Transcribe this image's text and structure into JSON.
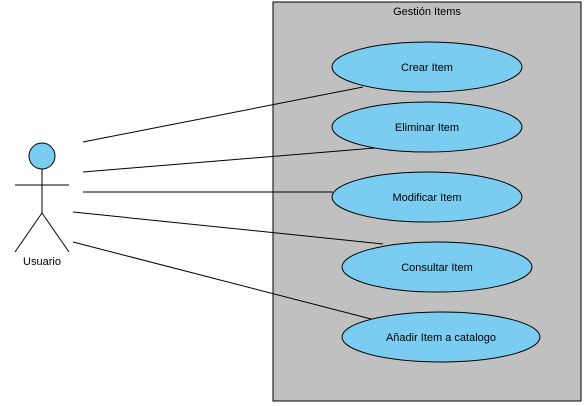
{
  "system": {
    "title": "Gestión Items"
  },
  "actor": {
    "name": "Usuario"
  },
  "use_cases": [
    {
      "label": "Crear Item"
    },
    {
      "label": "Eliminar Item"
    },
    {
      "label": "Modificar Item"
    },
    {
      "label": "Consultar Item"
    },
    {
      "label": "Añadir Item a catalogo"
    }
  ],
  "colors": {
    "boundary_fill": "#c0c0c0",
    "use_case_fill": "#7accf0",
    "actor_head_fill": "#7accf0",
    "stroke": "#000000"
  }
}
